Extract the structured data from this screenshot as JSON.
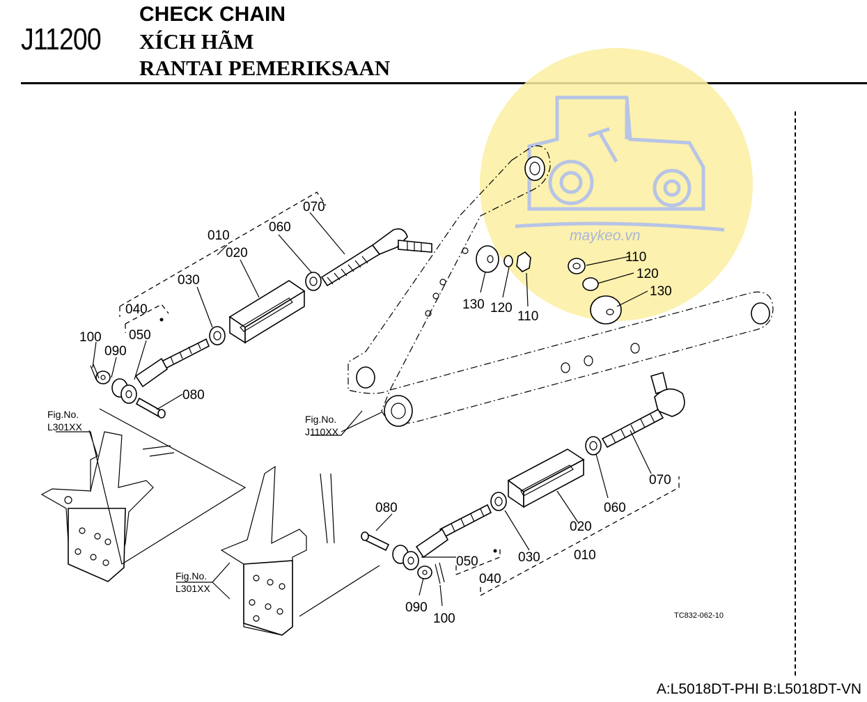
{
  "header": {
    "code": "J11200",
    "title_en": "CHECK CHAIN",
    "title_vi": "XÍCH HÃM",
    "title_id": "RANTAI PEMERIKSAAN"
  },
  "watermark": {
    "text": "maykeo.vn",
    "color": "#fbeea0",
    "icon": "tractor-logo"
  },
  "labels": {
    "p010a": "010",
    "p020a": "020",
    "p030a": "030",
    "p040a": "040",
    "p050a": "050",
    "p060a": "060",
    "p070a": "070",
    "p080a": "080",
    "p090a": "090",
    "p100a": "100",
    "p110a": "110",
    "p120a": "120",
    "p130a": "130",
    "p110b": "110",
    "p120b": "120",
    "p130b": "130",
    "p010b": "010",
    "p020b": "020",
    "p030b": "030",
    "p040b": "040",
    "p050b": "050",
    "p060b": "060",
    "p070b": "070",
    "p080b": "080",
    "p090b": "090",
    "p100b": "100"
  },
  "fig_refs": {
    "fig_no": "Fig.No.",
    "l301_a": "L301XX",
    "j110": "J110XX",
    "l301_b": "L301XX"
  },
  "drawing_code": "TC832-062-10",
  "models": "A:L5018DT-PHI B:L5018DT-VN"
}
